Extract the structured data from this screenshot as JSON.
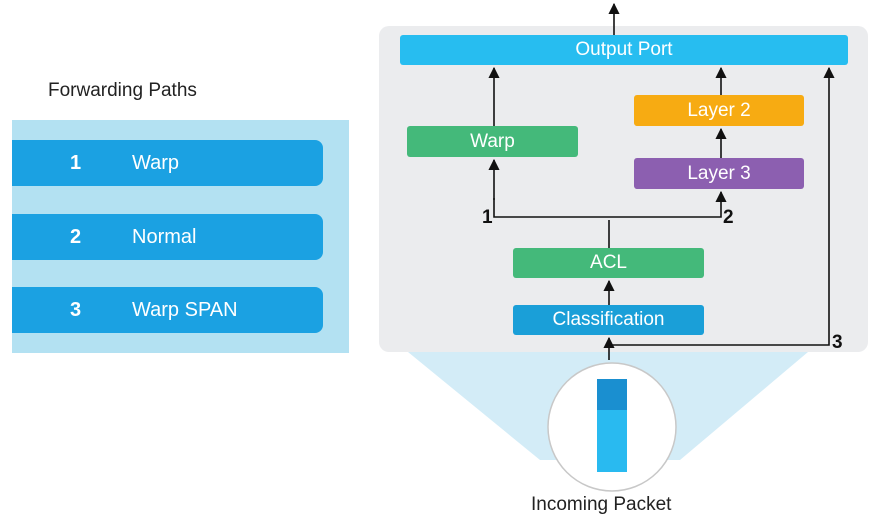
{
  "legend": {
    "title": "Forwarding Paths",
    "rows": [
      {
        "num": "1",
        "label": "Warp"
      },
      {
        "num": "2",
        "label": "Normal"
      },
      {
        "num": "3",
        "label": "Warp SPAN"
      }
    ]
  },
  "pipeline": {
    "output_port": "Output Port",
    "warp": "Warp",
    "layer2": "Layer 2",
    "layer3": "Layer 3",
    "acl": "ACL",
    "classification": "Classification",
    "path_labels": [
      "1",
      "2",
      "3"
    ]
  },
  "packet": {
    "caption": "Incoming Packet"
  },
  "colors": {
    "legend_panel": "#b3e1f2",
    "legend_row": "#1ba1e2",
    "output_port": "#27bdf0",
    "warp": "#44b97a",
    "layer2": "#f7ab12",
    "layer3": "#8c5fb0",
    "acl": "#44b97a",
    "classification": "#1a9fd8",
    "pipeline_bg": "#ebecee",
    "funnel": "#d3ecf7"
  }
}
